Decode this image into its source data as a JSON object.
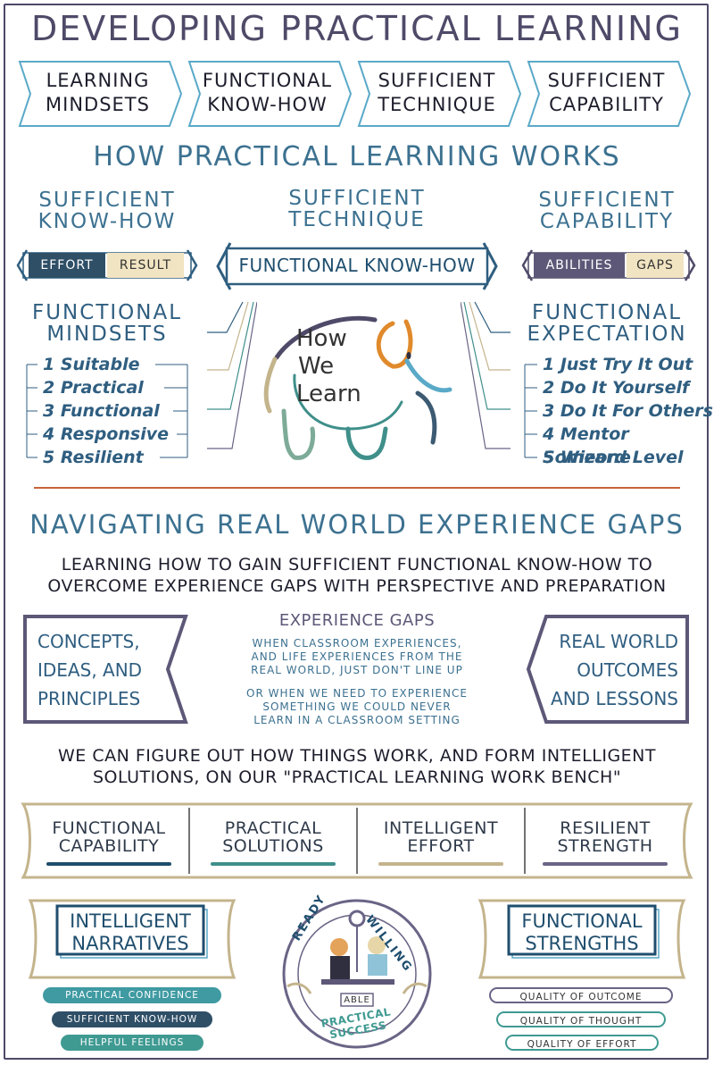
{
  "title": "DEVELOPING PRACTICAL LEARNING",
  "steps": [
    {
      "line1": "LEARNING",
      "line2": "MINDSETS"
    },
    {
      "line1": "FUNCTIONAL",
      "line2": "KNOW-HOW"
    },
    {
      "line1": "SUFFICIENT",
      "line2": "TECHNIQUE"
    },
    {
      "line1": "SUFFICIENT",
      "line2": "CAPABILITY"
    }
  ],
  "how_title": "HOW PRACTICAL LEARNING WORKS",
  "col_left": {
    "line1": "SUFFICIENT",
    "line2": "KNOW-HOW",
    "pill_a": "EFFORT",
    "pill_b": "RESULT"
  },
  "col_mid": {
    "line1": "SUFFICIENT",
    "line2": "TECHNIQUE",
    "banner": "FUNCTIONAL KNOW-HOW"
  },
  "col_right": {
    "line1": "SUFFICIENT",
    "line2": "CAPABILITY",
    "pill_a": "ABILITIES",
    "pill_b": "GAPS"
  },
  "mindsets": {
    "line1": "FUNCTIONAL",
    "line2": "MINDSETS",
    "items": [
      "1 Suitable",
      "2 Practical",
      "3 Functional",
      "4 Responsive",
      "5 Resilient"
    ]
  },
  "expectation": {
    "line1": "FUNCTIONAL",
    "line2": "EXPECTATION",
    "items": [
      "1 Just Try It Out",
      "2 Do It Yourself",
      "3 Do It For Others",
      "4 Mentor Someone",
      "5 Wizard Level"
    ]
  },
  "elephant": {
    "line1": "How",
    "line2": "We",
    "line3": "Learn"
  },
  "nav_title": "NAVIGATING REAL WORLD EXPERIENCE GAPS",
  "nav_sub1": "LEARNING HOW TO GAIN SUFFICIENT FUNCTIONAL KNOW-HOW TO",
  "nav_sub2": "OVERCOME EXPERIENCE GAPS WITH PERSPECTIVE AND PREPARATION",
  "left_box": [
    "CONCEPTS,",
    "IDEAS, AND",
    "PRINCIPLES"
  ],
  "right_box": [
    "REAL WORLD",
    "OUTCOMES",
    "AND LESSONS"
  ],
  "gaps": {
    "title": "EXPERIENCE GAPS",
    "p1": [
      "WHEN CLASSROOM EXPERIENCES,",
      "AND LIFE EXPERIENCES FROM THE",
      "REAL WORLD, JUST DON'T LINE UP"
    ],
    "p2": [
      "OR WHEN WE NEED TO EXPERIENCE",
      "SOMETHING WE COULD NEVER",
      "LEARN IN A CLASSROOM SETTING"
    ]
  },
  "bench_sub1": "WE CAN FIGURE OUT HOW THINGS WORK, AND FORM INTELLIGENT",
  "bench_sub2": "SOLUTIONS, ON OUR \"PRACTICAL LEARNING WORK BENCH\"",
  "bench": [
    {
      "line1": "FUNCTIONAL",
      "line2": "CAPABILITY",
      "color": "#1f4e6e"
    },
    {
      "line1": "PRACTICAL",
      "line2": "SOLUTIONS",
      "color": "#3f8f8a"
    },
    {
      "line1": "INTELLIGENT",
      "line2": "EFFORT",
      "color": "#c4b48c"
    },
    {
      "line1": "RESILIENT",
      "line2": "STRENGTH",
      "color": "#6a6486"
    }
  ],
  "narratives": {
    "line1": "INTELLIGENT",
    "line2": "NARRATIVES",
    "tags": [
      "PRACTICAL CONFIDENCE",
      "SUFFICIENT KNOW-HOW",
      "HELPFUL FEELINGS"
    ]
  },
  "strengths": {
    "line1": "FUNCTIONAL",
    "line2": "STRENGTHS",
    "tags": [
      "QUALITY OF OUTCOME",
      "QUALITY OF THOUGHT",
      "QUALITY OF EFFORT"
    ]
  },
  "logo": {
    "ready": "READY",
    "willing": "WILLING",
    "able": "ABLE",
    "success": "PRACTICAL SUCCESS"
  },
  "colors": {
    "navy": "#4e4a68",
    "blue": "#3c7190",
    "teal": "#3f8f8a",
    "sand": "#c4b48c",
    "orange": "#c8643a"
  }
}
